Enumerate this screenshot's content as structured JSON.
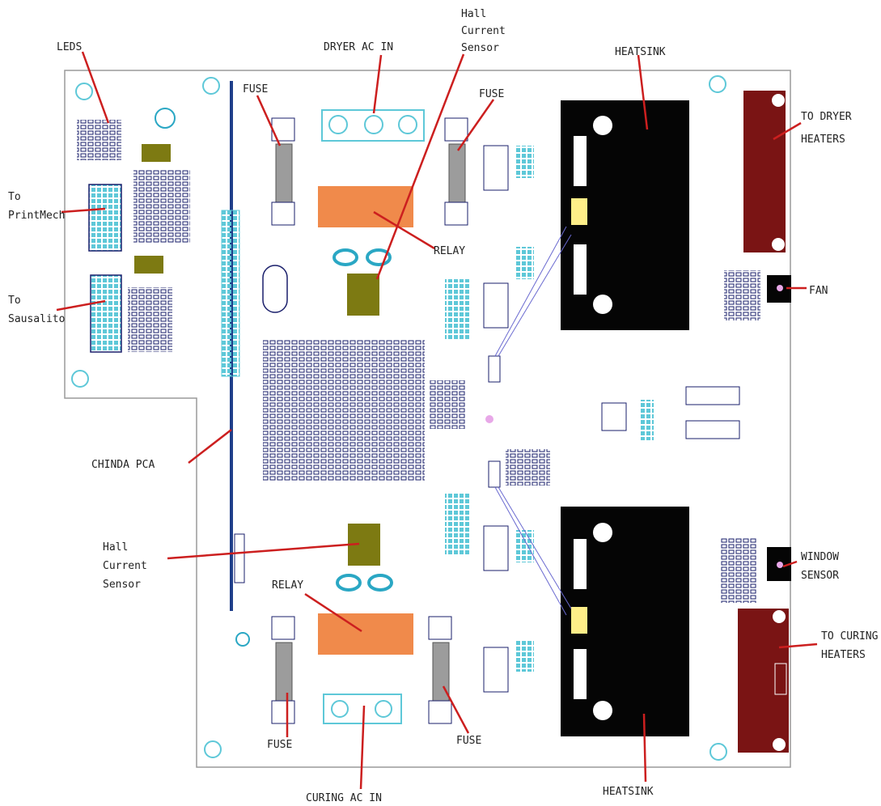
{
  "labels": {
    "leds": "LEDS",
    "dryer_ac_in": "DRYER AC IN",
    "hall_top_1": "Hall",
    "hall_top_2": "Current",
    "hall_top_3": "Sensor",
    "heatsink_top": "HEATSINK",
    "to_dryer_1": "TO DRYER",
    "to_dryer_2": "HEATERS",
    "to_printmech_1": "To",
    "to_printmech_2": "PrintMech",
    "to_sausalito_1": "To",
    "to_sausalito_2": "Sausalito",
    "fuse_top_left": "FUSE",
    "fuse_top_right": "FUSE",
    "relay_top": "RELAY",
    "fan": "FAN",
    "chinda_pca": "CHINDA PCA",
    "hall_bot_1": "Hall",
    "hall_bot_2": "Current",
    "hall_bot_3": "Sensor",
    "relay_bottom": "RELAY",
    "window_sensor_1": "WINDOW",
    "window_sensor_2": "SENSOR",
    "to_curing_1": "TO CURING",
    "to_curing_2": "HEATERS",
    "fuse_bottom_left": "FUSE",
    "fuse_bottom_right": "FUSE",
    "curing_ac_in": "CURING AC IN",
    "heatsink_bottom": "HEATSINK"
  },
  "colors": {
    "board_outline": "#9a9a9a",
    "pointer": "#cc1f1f",
    "heatsink": "#050505",
    "connector": "#7a1414",
    "relay": "#f08a4b",
    "hall_sensor": "#7d7a12",
    "toroid": "#2aa7c4",
    "header_bar": "#1f3f8a",
    "pads": "#5ec8d8",
    "parts": "#1a1f6b",
    "fuse_body": "#9c9c9c",
    "yellow_pad": "#ffee88"
  }
}
